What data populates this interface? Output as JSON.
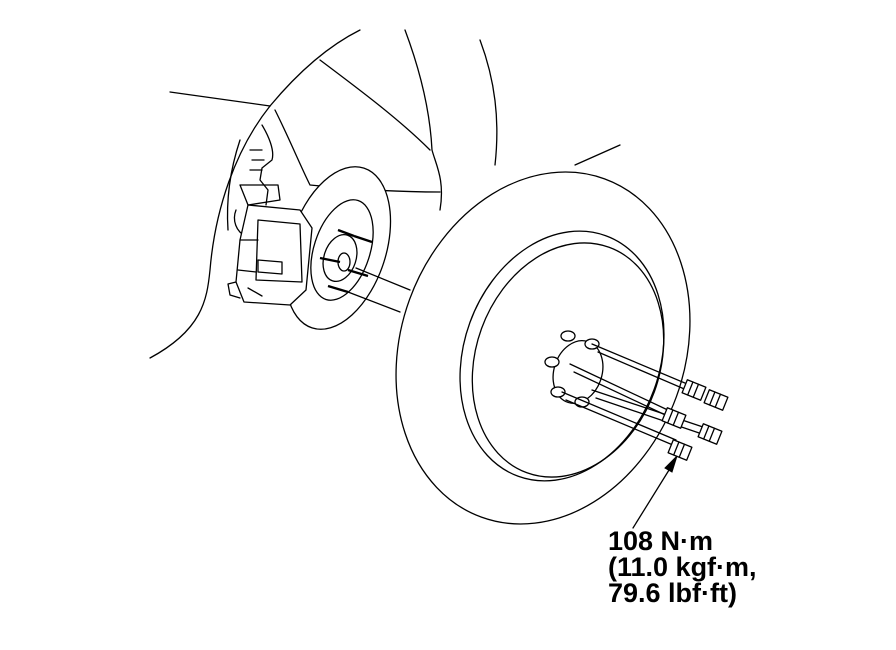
{
  "torque_label": {
    "line1": "108 N·m",
    "line2": "(11.0 kgf·m,",
    "line3": "79.6 lbf·ft)"
  }
}
